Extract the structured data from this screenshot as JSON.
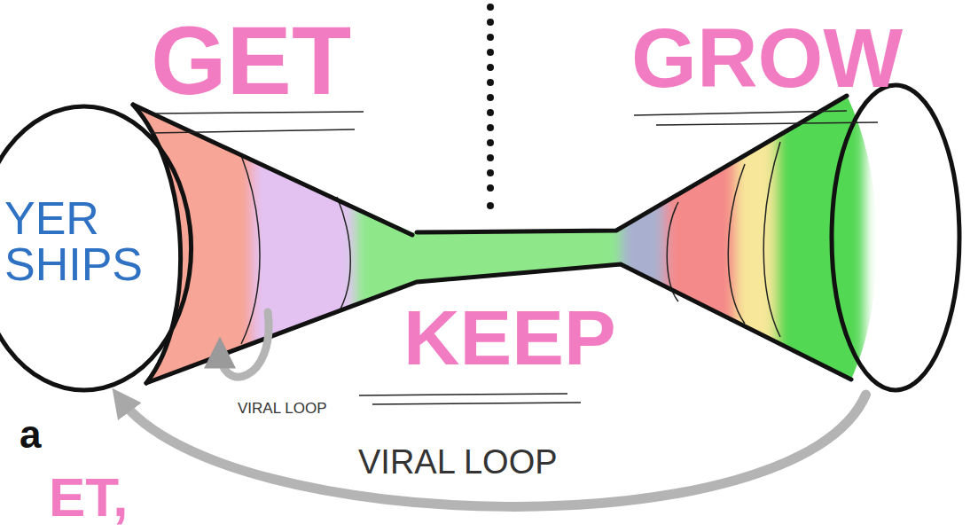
{
  "diagram": {
    "nodes": [
      {
        "text": [
          "YER SHIPS"
        ]
      },
      {
        "text": [
          "GET"
        ]
      },
      {
        "text": [
          "KEEP"
        ]
      },
      {
        "text": [
          "GROW"
        ]
      }
    ],
    "edges": [
      {
        "from": 3,
        "to": 0,
        "arrow": "to",
        "label": "VIRAL LOOP"
      }
    ],
    "labels": [
      "VIRAL LOOP",
      "a",
      "ET,"
    ]
  }
}
